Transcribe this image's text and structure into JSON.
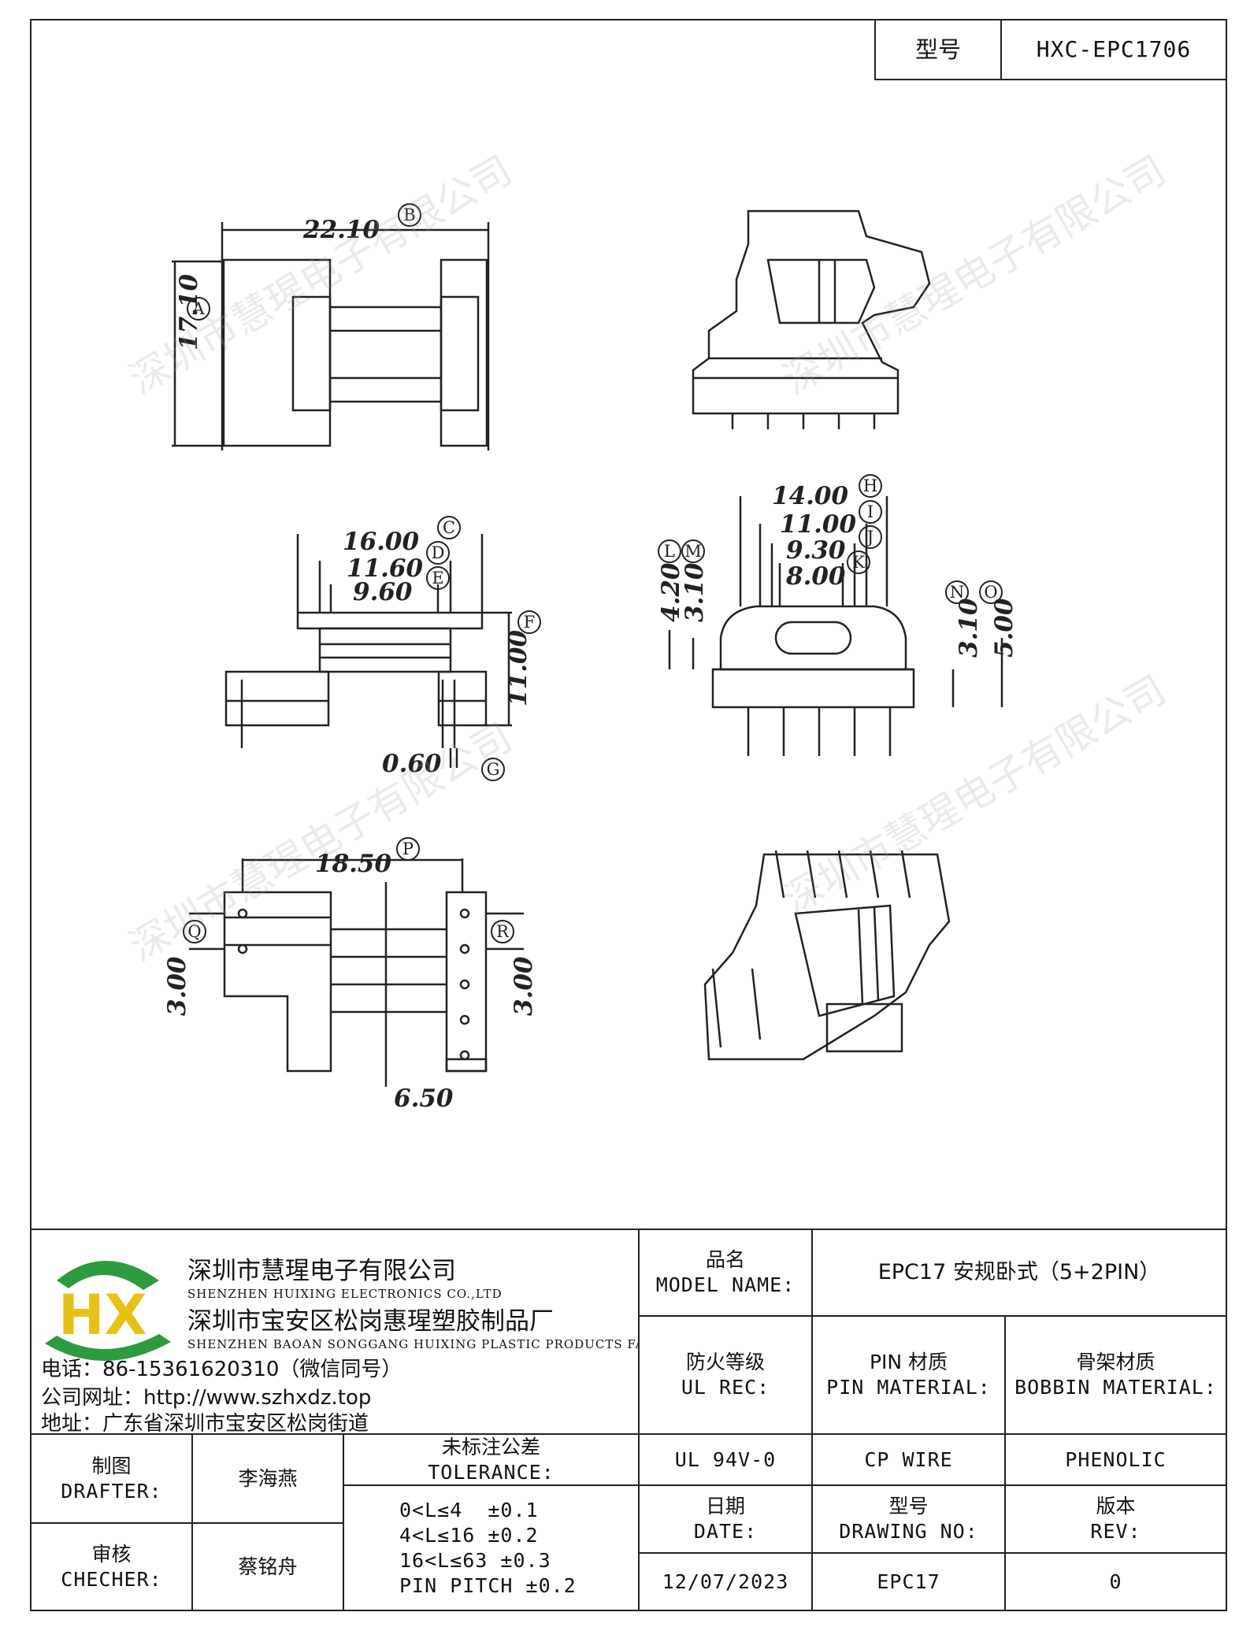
{
  "header": {
    "model_label": "型号",
    "model_value": "HXC-EPC1706"
  },
  "dimensions": {
    "B": "22.10",
    "A": "17.10",
    "C": "16.00",
    "D": "11.60",
    "E": "9.60",
    "F": "11.00",
    "G": "0.60",
    "H": "14.00",
    "I": "11.00",
    "J": "9.30",
    "K": "8.00",
    "L": "4.20",
    "M": "3.10",
    "N": "3.10",
    "O": "5.00",
    "P": "18.50",
    "Q": "3.00",
    "R": "3.00",
    "pitch": "6.50"
  },
  "dimension_letters": [
    "A",
    "B",
    "C",
    "D",
    "E",
    "F",
    "G",
    "H",
    "I",
    "J",
    "K",
    "L",
    "M",
    "N",
    "O",
    "P",
    "Q",
    "R"
  ],
  "watermark": "深圳市慧瑆电子有限公司",
  "company": {
    "logo_text": "HX",
    "name_cn": "深圳市慧瑆电子有限公司",
    "name_en": "SHENZHEN HUIXING ELECTRONICS CO.,LTD",
    "factory_cn": "深圳市宝安区松岗惠瑆塑胶制品厂",
    "factory_en": "SHENZHEN BAOAN SONGGANG HUIXING PLASTIC PRODUCTS FACTORY",
    "phone": "电话：86-15361620310（微信同号）",
    "website": "公司网址：http://www.szhxdz.top",
    "address": "地址：广东省深圳市宝安区松岗街道",
    "colors": {
      "green": "#2e9a3e",
      "yellow": "#e6c219"
    }
  },
  "title_block": {
    "model_name_cn": "品名",
    "model_name_en": "MODEL NAME:",
    "model_name_value": "EPC17 安规卧式（5+2PIN）",
    "ul_cn": "防火等级",
    "ul_en": "UL REC:",
    "pin_cn": "PIN 材质",
    "pin_en": "PIN MATERIAL:",
    "bobbin_cn": "骨架材质",
    "bobbin_en": "BOBBIN MATERIAL:",
    "ul_value": "UL 94V-0",
    "pin_value": "CP WIRE",
    "bobbin_value": "PHENOLIC",
    "drafter_cn": "制图",
    "drafter_en": "DRAFTER:",
    "drafter_value": "李海燕",
    "checker_cn": "审核",
    "checker_en": "CHECHER:",
    "checker_value": "蔡铭舟",
    "tolerance_cn": "未标注公差",
    "tolerance_en": "TOLERANCE:",
    "tolerance_lines": [
      "0<L≤4  ±0.1",
      "4<L≤16 ±0.2",
      "16<L≤63 ±0.3",
      "PIN PITCH ±0.2"
    ],
    "date_cn": "日期",
    "date_en": "DATE:",
    "date_value": "12/07/2023",
    "drawing_no_cn": "型号",
    "drawing_no_en": "DRAWING NO:",
    "drawing_no_value": "EPC17",
    "rev_cn": "版本",
    "rev_en": "REV:",
    "rev_value": "0"
  }
}
